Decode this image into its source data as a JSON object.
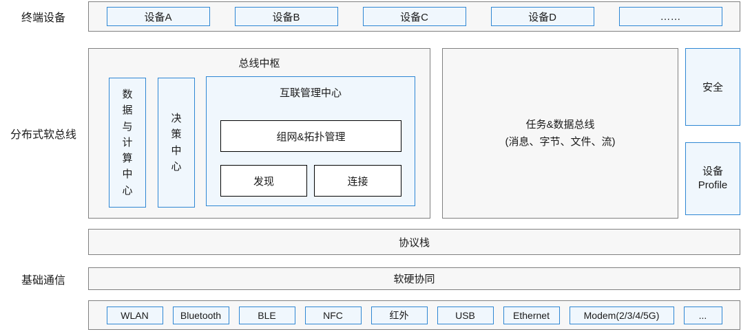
{
  "colors": {
    "accent_blue_border": "#2d86d3",
    "light_blue_fill": "#f0f7fd",
    "gray_border": "#7f7f7f",
    "light_gray_fill": "#f7f7f7",
    "white_box_border": "#000000",
    "text": "#1a1a1a"
  },
  "labels": {
    "terminal_devices": "终端设备",
    "distributed_softbus": "分布式软总线",
    "basic_communication": "基础通信"
  },
  "terminal_row": {
    "devices": [
      "设备A",
      "设备B",
      "设备C",
      "设备D",
      "……"
    ]
  },
  "softbus": {
    "bus_hub": {
      "title": "总线中枢",
      "data_compute_center": "数据与计算中心",
      "decision_center": "决策中心",
      "interconnect_center": {
        "title": "互联管理中心",
        "networking_topology": "组网&拓扑管理",
        "discovery": "发现",
        "connection": "连接"
      }
    },
    "task_data_bus": {
      "line1": "任务&数据总线",
      "line2": "(消息、字节、文件、流)"
    },
    "security": "安全",
    "device_profile": {
      "line1": "设备",
      "line2": "Profile"
    }
  },
  "protocol_stack": "协议栈",
  "hw_sw_collaboration": "软硬协同",
  "protocols": [
    "WLAN",
    "Bluetooth",
    "BLE",
    "NFC",
    "红外",
    "USB",
    "Ethernet",
    "Modem(2/3/4/5G)",
    "..."
  ]
}
